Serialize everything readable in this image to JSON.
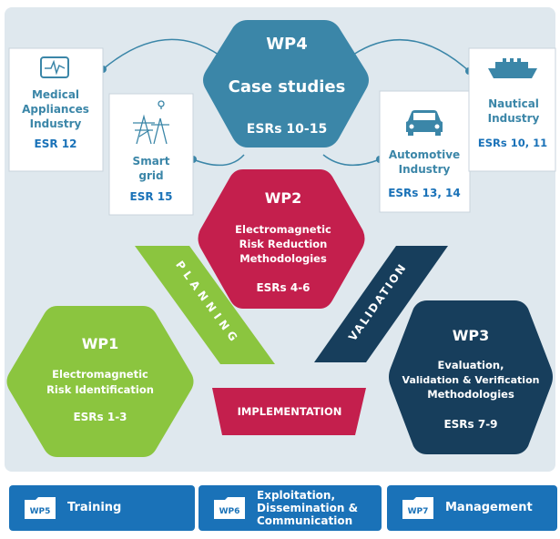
{
  "wp4": {
    "title": "WP4",
    "subtitle": "Case studies",
    "esrs": "ESRs 10-15"
  },
  "wp2": {
    "title": "WP2",
    "line1": "Electromagnetic",
    "line2": "Risk Reduction",
    "line3": "Methodologies",
    "esrs": "ESRs 4-6"
  },
  "wp1": {
    "title": "WP1",
    "line1": "Electromagnetic",
    "line2": "Risk Identification",
    "esrs": "ESRs 1-3"
  },
  "wp3": {
    "title": "WP3",
    "line1": "Evaluation,",
    "line2": "Validation & Verification",
    "line3": "Methodologies",
    "esrs": "ESRs 7-9"
  },
  "cases": {
    "medical": {
      "line1": "Medical",
      "line2": "Appliances",
      "line3": "Industry",
      "esr": "ESR 12",
      "icon": "ecg-monitor-icon"
    },
    "smartgrid": {
      "line1": "Smart",
      "line2": "grid",
      "esr": "ESR 15",
      "icon": "power-pylon-icon"
    },
    "automotive": {
      "line1": "Automotive",
      "line2": "Industry",
      "esr": "ESRs 13, 14",
      "icon": "car-icon"
    },
    "nautical": {
      "line1": "Nautical",
      "line2": "Industry",
      "esr": "ESRs 10, 11",
      "icon": "ship-icon"
    }
  },
  "arrows": {
    "planning": "PLANNING",
    "validation": "VALIDATION",
    "implementation": "IMPLEMENTATION"
  },
  "bottom": {
    "wp5": {
      "tag": "WP5",
      "label": "Training"
    },
    "wp6": {
      "tag": "WP6",
      "line1": "Exploitation,",
      "line2": "Dissemination &",
      "line3": "Communication"
    },
    "wp7": {
      "tag": "WP7",
      "label": "Management"
    }
  },
  "colors": {
    "wp4": "#3b86a8",
    "wp2": "#c41f4d",
    "wp1": "#8bc53f",
    "wp3": "#173e5c",
    "text_blue": "#1a72b8",
    "panel": "#dfe8ee"
  }
}
